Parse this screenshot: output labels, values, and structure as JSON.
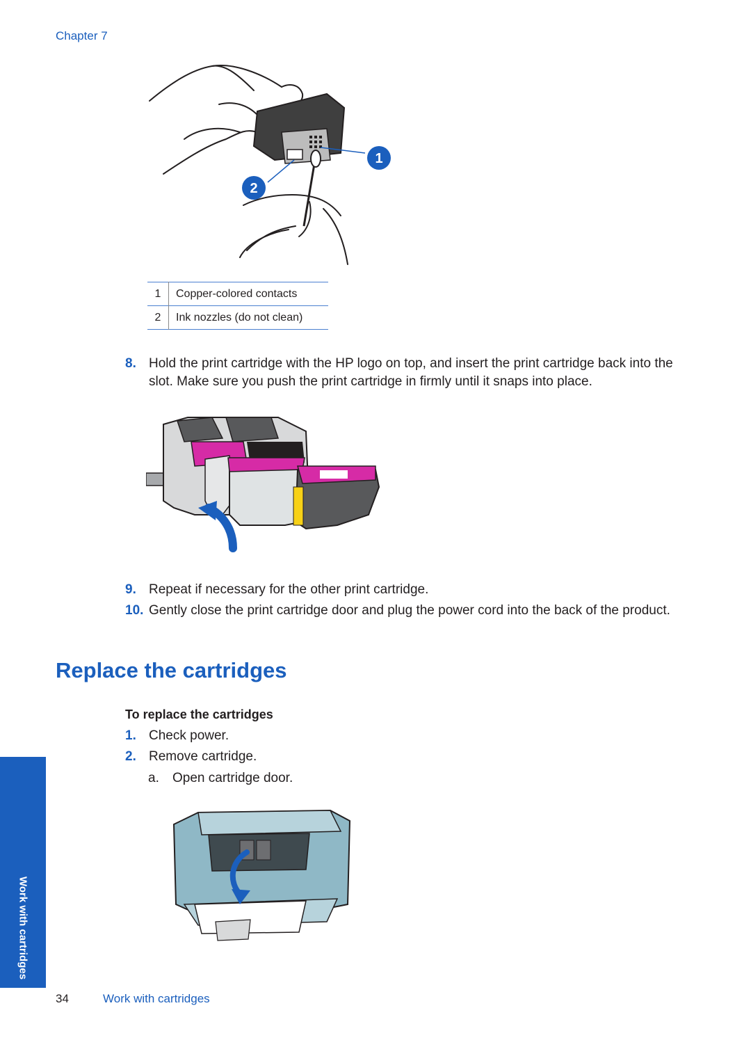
{
  "header": {
    "chapter": "Chapter 7"
  },
  "figure1": {
    "callouts": [
      "1",
      "2"
    ],
    "legend": [
      {
        "num": "1",
        "text": "Copper-colored contacts"
      },
      {
        "num": "2",
        "text": "Ink nozzles (do not clean)"
      }
    ]
  },
  "steps_a": [
    {
      "num": "8.",
      "text": "Hold the print cartridge with the HP logo on top, and insert the print cartridge back into the slot. Make sure you push the print cartridge in firmly until it snaps into place."
    }
  ],
  "steps_b": [
    {
      "num": "9.",
      "text": "Repeat if necessary for the other print cartridge."
    },
    {
      "num": "10.",
      "text": "Gently close the print cartridge door and plug the power cord into the back of the product."
    }
  ],
  "section": {
    "title": "Replace the cartridges"
  },
  "procedure": {
    "title": "To replace the cartridges",
    "steps": [
      {
        "num": "1.",
        "text": "Check power."
      },
      {
        "num": "2.",
        "text": "Remove cartridge."
      }
    ],
    "substeps": [
      {
        "num": "a.",
        "text": "Open cartridge door."
      }
    ]
  },
  "sidebar": {
    "label": "Work with cartridges"
  },
  "footer": {
    "page": "34",
    "title": "Work with cartridges"
  },
  "colors": {
    "accent": "#1b5fbd",
    "magenta": "#d62ba6"
  }
}
